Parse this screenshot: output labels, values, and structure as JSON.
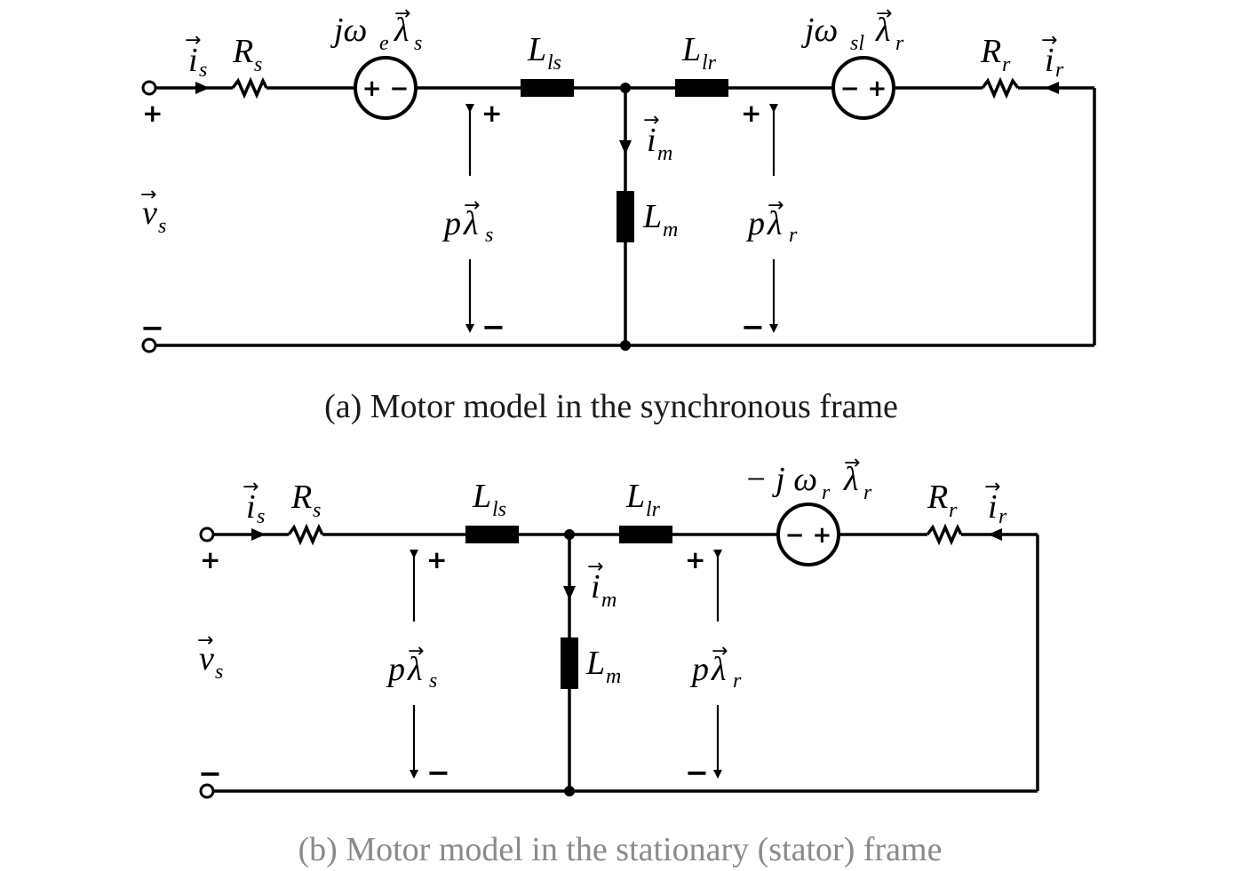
{
  "diagram_a": {
    "caption": "(a)  Motor model in the synchronous frame",
    "caption_color": "#1a1a1a",
    "is_label": "i",
    "is_sub": "s",
    "rs_label": "R",
    "rs_sub": "s",
    "src_s_label": "jω",
    "src_s_sub1": "e",
    "src_s_lambda": "λ",
    "src_s_sub2": "s",
    "lls_label": "L",
    "lls_sub": "ls",
    "llr_label": "L",
    "llr_sub": "lr",
    "src_r_label": "jω",
    "src_r_sub1": "sl",
    "src_r_lambda": "λ",
    "src_r_sub2": "r",
    "rr_label": "R",
    "rr_sub": "r",
    "ir_label": "i",
    "ir_sub": "r",
    "im_label": "i",
    "im_sub": "m",
    "lm_label": "L",
    "lm_sub": "m",
    "vs_label": "v",
    "vs_sub": "s",
    "pls_p": "p",
    "pls_lambda": "λ",
    "pls_sub": "s",
    "plr_p": "p",
    "plr_lambda": "λ",
    "plr_sub": "r",
    "plus": "+",
    "minus": "−",
    "src_s_signs": "+ −",
    "src_r_signs": "− +"
  },
  "diagram_b": {
    "caption": "(b)  Motor model in the stationary (stator) frame",
    "caption_color": "#8a8a8a",
    "is_label": "i",
    "is_sub": "s",
    "rs_label": "R",
    "rs_sub": "s",
    "lls_label": "L",
    "lls_sub": "ls",
    "llr_label": "L",
    "llr_sub": "lr",
    "src_r_label": "− j ω",
    "src_r_sub1": "r",
    "src_r_lambda": "λ",
    "src_r_sub2": "r",
    "rr_label": "R",
    "rr_sub": "r",
    "ir_label": "i",
    "ir_sub": "r",
    "im_label": "i",
    "im_sub": "m",
    "lm_label": "L",
    "lm_sub": "m",
    "vs_label": "v",
    "vs_sub": "s",
    "pls_p": "p",
    "pls_lambda": "λ",
    "pls_sub": "s",
    "plr_p": "p",
    "plr_lambda": "λ",
    "plr_sub": "r",
    "plus": "+",
    "minus": "−",
    "src_r_signs": "− +"
  }
}
